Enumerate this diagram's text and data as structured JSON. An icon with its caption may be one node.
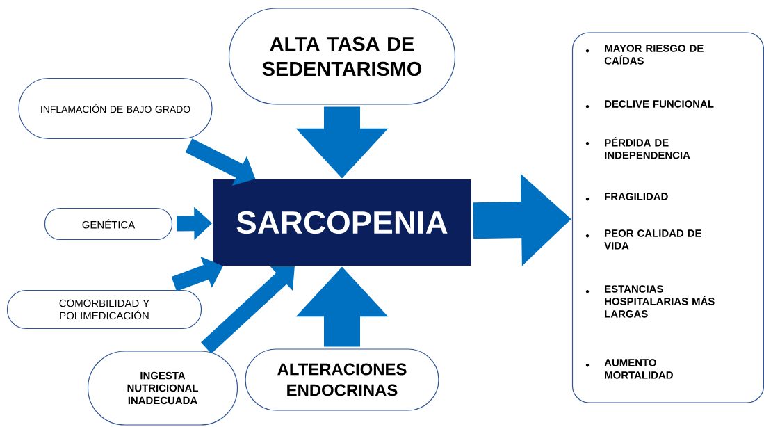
{
  "diagram": {
    "nodes": [
      {
        "text": [
          "SARCOPENIA"
        ]
      },
      {
        "text": [
          "ALTA TASA DE SEDENTARISMO"
        ]
      },
      {
        "text": [
          "INFLAMACIÓN DE BAJO GRADO"
        ]
      },
      {
        "text": [
          "GENÉTICA"
        ]
      },
      {
        "text": [
          "COMORBILIDAD Y POLIMEDICACIÓN"
        ]
      },
      {
        "text": [
          "INGESTA NUTRICIONAL INADECUADA"
        ]
      },
      {
        "text": [
          "ALTERACIONES ENDOCRINAS"
        ]
      },
      {
        "text": [
          "MAYOR RIESGO DE CAÍDAS",
          "DECLIVE FUNCIONAL",
          "PÉRDIDA DE INDEPENDENCIA",
          "FRAGILIDAD",
          "PEOR CALIDAD DE VIDA",
          "ESTANCIAS HOSPITALARIAS MÁS LARGAS",
          "AUMENTO MORTALIDAD"
        ]
      }
    ],
    "edges": [
      {
        "from": 1,
        "to": 0,
        "arrow": "to",
        "style": "thick"
      },
      {
        "from": 2,
        "to": 0,
        "arrow": "to"
      },
      {
        "from": 3,
        "to": 0,
        "arrow": "to"
      },
      {
        "from": 4,
        "to": 0,
        "arrow": "to"
      },
      {
        "from": 5,
        "to": 0,
        "arrow": "to"
      },
      {
        "from": 6,
        "to": 0,
        "arrow": "to",
        "style": "thick"
      },
      {
        "from": 0,
        "to": 7,
        "arrow": "to",
        "style": "thick"
      }
    ]
  }
}
